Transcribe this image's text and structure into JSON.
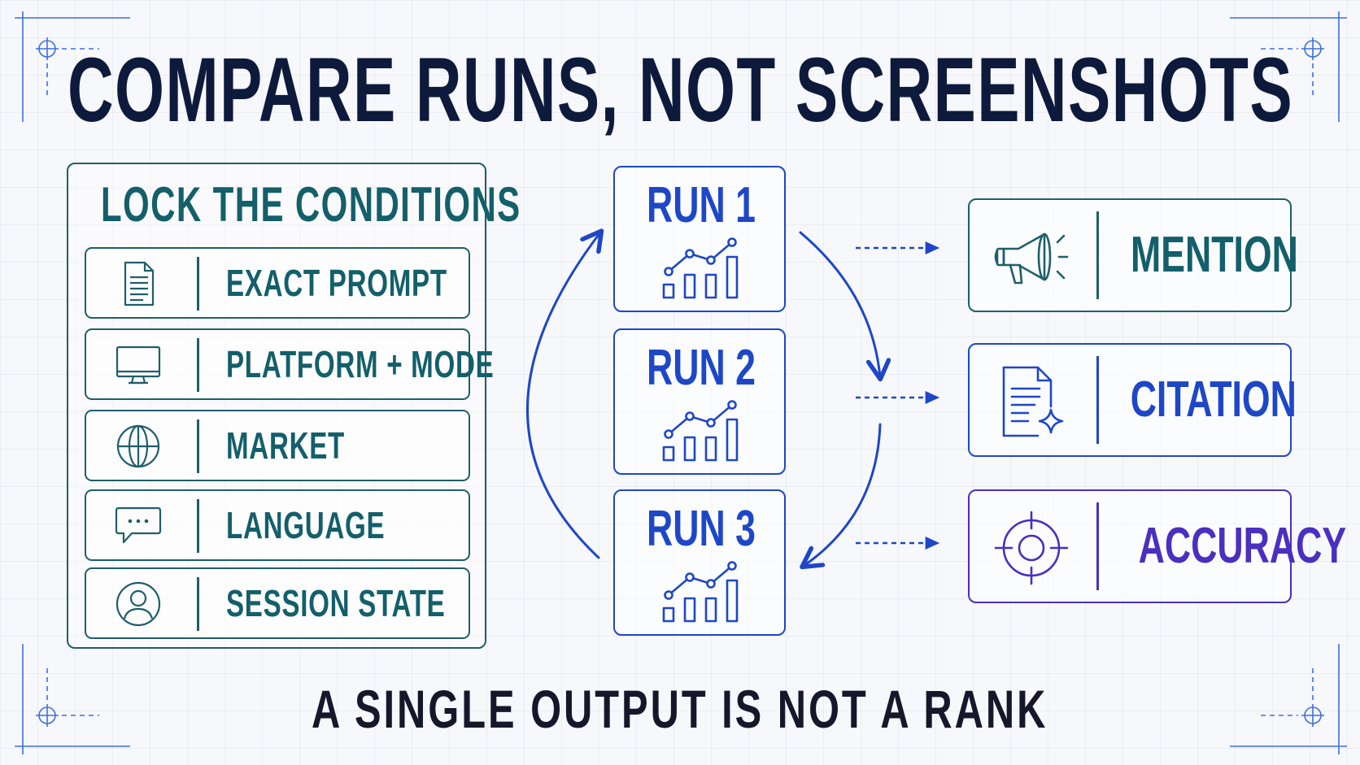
{
  "title": "COMPARE RUNS, NOT SCREENSHOTS",
  "subtitle": "A SINGLE OUTPUT IS NOT A RANK",
  "conditions": {
    "heading": "LOCK THE CONDITIONS",
    "items": [
      {
        "label": "EXACT PROMPT",
        "icon": "document-icon"
      },
      {
        "label": "PLATFORM + MODE",
        "icon": "monitor-icon"
      },
      {
        "label": "MARKET",
        "icon": "globe-icon"
      },
      {
        "label": "LANGUAGE",
        "icon": "chat-bubble-icon"
      },
      {
        "label": "SESSION STATE",
        "icon": "user-icon"
      }
    ]
  },
  "runs": [
    {
      "label": "RUN 1",
      "icon": "chart-icon"
    },
    {
      "label": "RUN 2",
      "icon": "chart-icon"
    },
    {
      "label": "RUN 3",
      "icon": "chart-icon"
    }
  ],
  "metrics": [
    {
      "label": "MENTION",
      "icon": "megaphone-icon",
      "color": "#135f6a"
    },
    {
      "label": "CITATION",
      "icon": "document-sparkle-icon",
      "color": "#1e47c8"
    },
    {
      "label": "ACCURACY",
      "icon": "target-icon",
      "color": "#4a2fc0"
    }
  ],
  "colors": {
    "title": "#0e1a3c",
    "teal": "#135f6a",
    "blue": "#1e47c8",
    "purple": "#4a2fc0",
    "guide": "#3d6fe0"
  }
}
